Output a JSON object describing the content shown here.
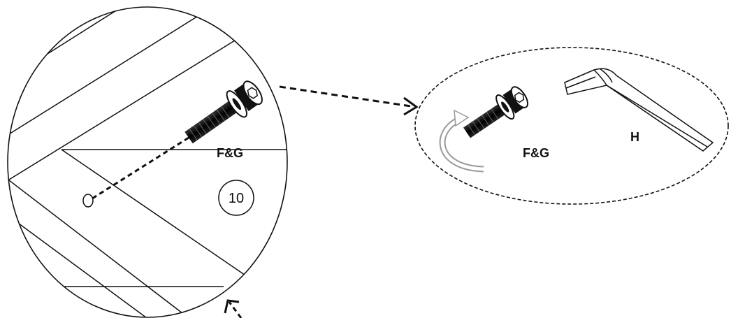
{
  "labels": {
    "screw_washer_left": "F&G",
    "screw_washer_right": "F&G",
    "hex_key": "H",
    "step_number": "10"
  },
  "colors": {
    "line": "#111111",
    "rotation_arrow": "#9a9a9a"
  },
  "icons": {
    "screw": "bolt-with-washer",
    "tool": "allen-key",
    "rotation": "curved-clockwise-arrow"
  }
}
